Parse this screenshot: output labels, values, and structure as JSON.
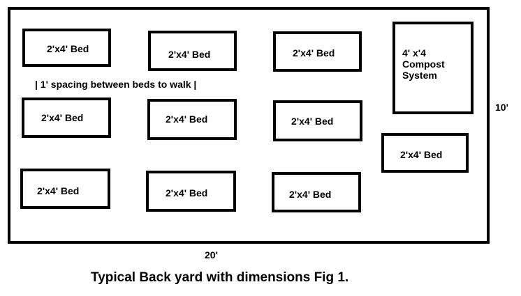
{
  "beds": [
    {
      "label": "2'x4' Bed"
    },
    {
      "label": "2'x4' Bed"
    },
    {
      "label": "2'x4' Bed"
    },
    {
      "label": "2'x4' Bed"
    },
    {
      "label": "2'x4' Bed"
    },
    {
      "label": "2'x4' Bed"
    },
    {
      "label": "2'x4' Bed"
    },
    {
      "label": "2'x4' Bed"
    },
    {
      "label": "2'x4' Bed"
    },
    {
      "label": "2'x4' Bed"
    }
  ],
  "compost": {
    "label": "4' x'4\nCompost\nSystem"
  },
  "spacing_note": "| 1' spacing between beds to walk |",
  "dimensions": {
    "height": "10'",
    "width": "20'"
  },
  "caption": "Typical Back yard with dimensions Fig 1."
}
